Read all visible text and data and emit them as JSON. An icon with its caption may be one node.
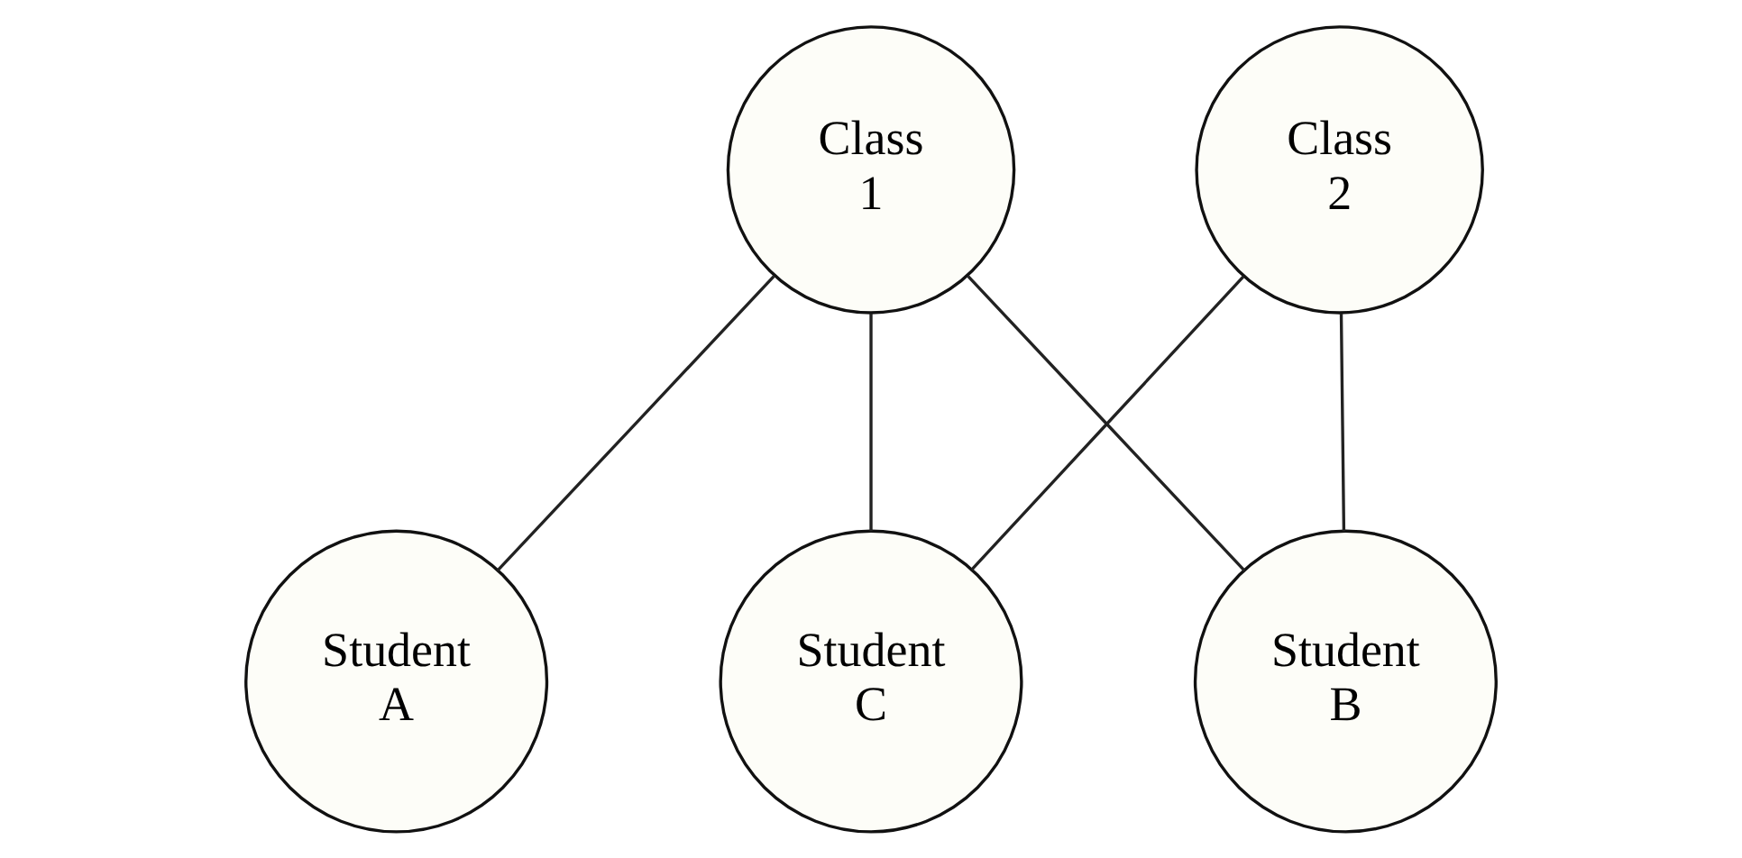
{
  "diagram": {
    "nodes": [
      {
        "text": [
          "Class 1"
        ]
      },
      {
        "text": [
          "Class 2"
        ]
      },
      {
        "text": [
          "Student A"
        ]
      },
      {
        "text": [
          "Student B"
        ]
      },
      {
        "text": [
          "Student C"
        ]
      }
    ],
    "edges": [
      {
        "from": 0,
        "to": 2,
        "arrow": "none"
      },
      {
        "from": 0,
        "to": 3,
        "arrow": "none"
      },
      {
        "from": 0,
        "to": 4,
        "arrow": "none"
      },
      {
        "from": 1,
        "to": 3,
        "arrow": "none"
      },
      {
        "from": 1,
        "to": 4,
        "arrow": "none"
      }
    ]
  }
}
